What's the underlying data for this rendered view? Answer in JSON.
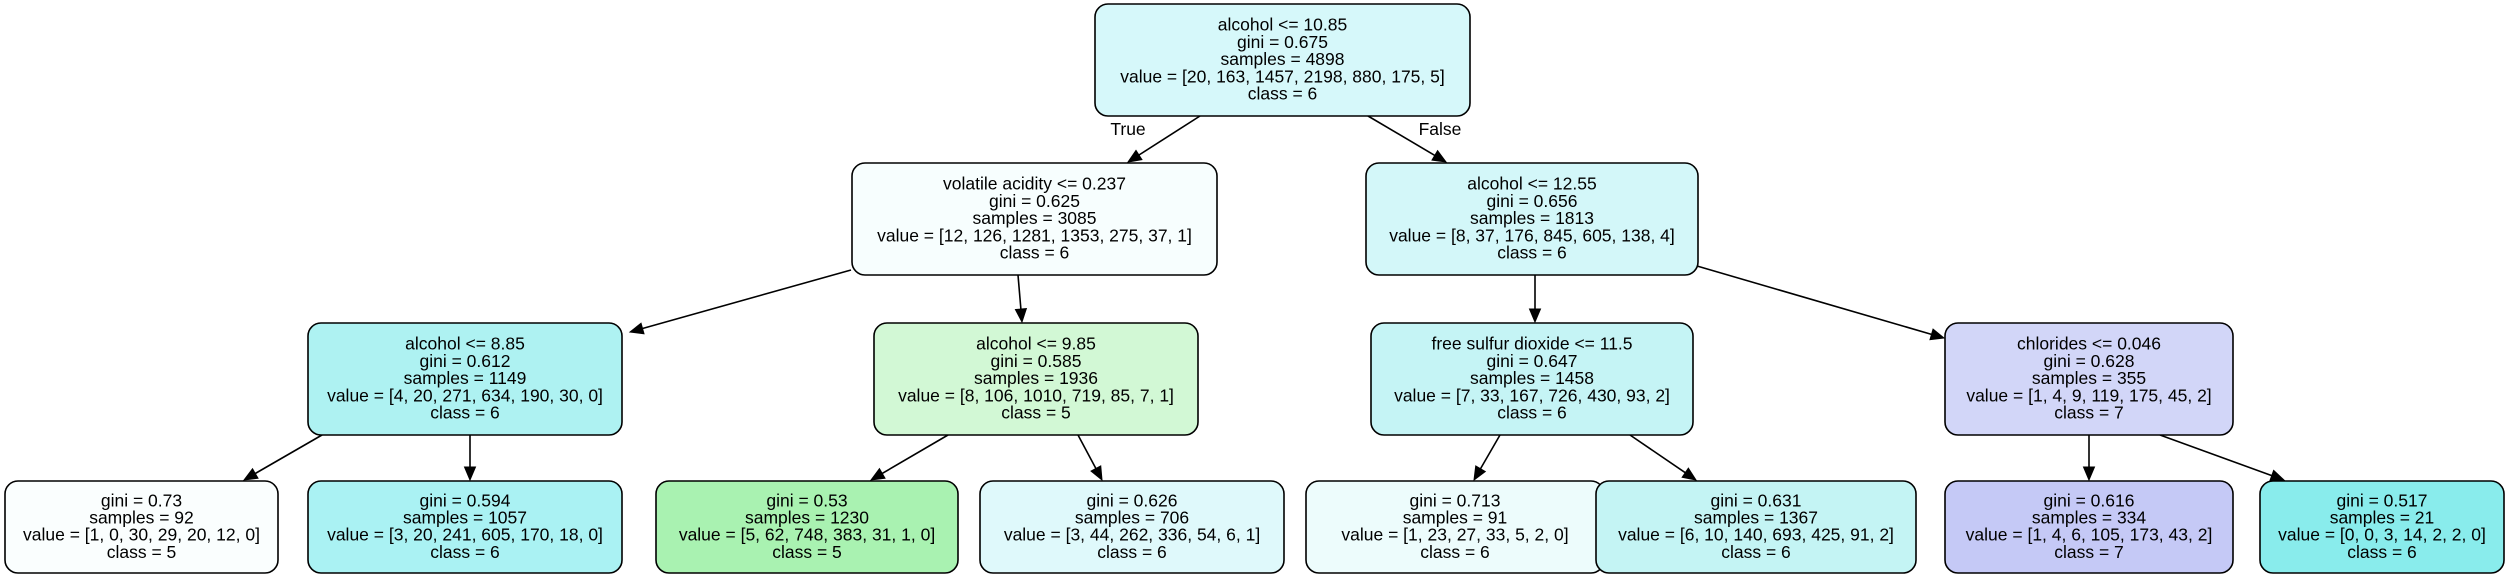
{
  "tree": {
    "edge_labels": {
      "left": "True",
      "right": "False"
    },
    "nodes": [
      {
        "id": "root",
        "fill": "#d6f8fa",
        "lines": [
          "alcohol <= 10.85",
          "gini = 0.675",
          "samples = 4898",
          "value = [20, 163, 1457, 2198, 880, 175, 5]",
          "class = 6"
        ]
      },
      {
        "id": "n1",
        "fill": "#f7fefe",
        "lines": [
          "volatile acidity <= 0.237",
          "gini = 0.625",
          "samples = 3085",
          "value = [12, 126, 1281, 1353, 275, 37, 1]",
          "class = 6"
        ]
      },
      {
        "id": "n2",
        "fill": "#d3f7f9",
        "lines": [
          "alcohol <= 12.55",
          "gini = 0.656",
          "samples = 1813",
          "value = [8, 37, 176, 845, 605, 138, 4]",
          "class = 6"
        ]
      },
      {
        "id": "n3",
        "fill": "#aef2f2",
        "lines": [
          "alcohol <= 8.85",
          "gini = 0.612",
          "samples = 1149",
          "value = [4, 20, 271, 634, 190, 30, 0]",
          "class = 6"
        ]
      },
      {
        "id": "n4",
        "fill": "#d2f8d5",
        "lines": [
          "alcohol <= 9.85",
          "gini = 0.585",
          "samples = 1936",
          "value = [8, 106, 1010, 719, 85, 7, 1]",
          "class = 5"
        ]
      },
      {
        "id": "n5",
        "fill": "#c5f4f5",
        "lines": [
          "free sulfur dioxide <= 11.5",
          "gini = 0.647",
          "samples = 1458",
          "value = [7, 33, 167, 726, 430, 93, 2]",
          "class = 6"
        ]
      },
      {
        "id": "n6",
        "fill": "#d2d6f8",
        "lines": [
          "chlorides <= 0.046",
          "gini = 0.628",
          "samples = 355",
          "value = [1, 4, 9, 119, 175, 45, 2]",
          "class = 7"
        ]
      },
      {
        "id": "n7",
        "fill": "#fafefe",
        "lines": [
          "gini = 0.73",
          "samples = 92",
          "value = [1, 0, 30, 29, 20, 12, 0]",
          "class = 5"
        ]
      },
      {
        "id": "n8",
        "fill": "#aaf2f3",
        "lines": [
          "gini = 0.594",
          "samples = 1057",
          "value = [3, 20, 241, 605, 170, 18, 0]",
          "class = 6"
        ]
      },
      {
        "id": "n9",
        "fill": "#a9f2b1",
        "lines": [
          "gini = 0.53",
          "samples = 1230",
          "value = [5, 62, 748, 383, 31, 1, 0]",
          "class = 5"
        ]
      },
      {
        "id": "n10",
        "fill": "#dff9fb",
        "lines": [
          "gini = 0.626",
          "samples = 706",
          "value = [3, 44, 262, 336, 54, 6, 1]",
          "class = 6"
        ]
      },
      {
        "id": "n11",
        "fill": "#edfcfc",
        "lines": [
          "gini = 0.713",
          "samples = 91",
          "value = [1, 23, 27, 33, 5, 2, 0]",
          "class = 6"
        ]
      },
      {
        "id": "n12",
        "fill": "#c4f4f4",
        "lines": [
          "gini = 0.631",
          "samples = 1367",
          "value = [6, 10, 140, 693, 425, 91, 2]",
          "class = 6"
        ]
      },
      {
        "id": "n13",
        "fill": "#c5c9f6",
        "lines": [
          "gini = 0.616",
          "samples = 334",
          "value = [1, 4, 6, 105, 173, 43, 2]",
          "class = 7"
        ]
      },
      {
        "id": "n14",
        "fill": "#89ecec",
        "lines": [
          "gini = 0.517",
          "samples = 21",
          "value = [0, 0, 3, 14, 2, 2, 0]",
          "class = 6"
        ]
      }
    ],
    "edges": [
      {
        "from": "root",
        "to": "n1",
        "label": "left"
      },
      {
        "from": "root",
        "to": "n2",
        "label": "right"
      },
      {
        "from": "n1",
        "to": "n3"
      },
      {
        "from": "n1",
        "to": "n4"
      },
      {
        "from": "n2",
        "to": "n5"
      },
      {
        "from": "n2",
        "to": "n6"
      },
      {
        "from": "n3",
        "to": "n7"
      },
      {
        "from": "n3",
        "to": "n8"
      },
      {
        "from": "n4",
        "to": "n9"
      },
      {
        "from": "n4",
        "to": "n10"
      },
      {
        "from": "n5",
        "to": "n11"
      },
      {
        "from": "n5",
        "to": "n12"
      },
      {
        "from": "n6",
        "to": "n13"
      },
      {
        "from": "n6",
        "to": "n14"
      }
    ]
  }
}
